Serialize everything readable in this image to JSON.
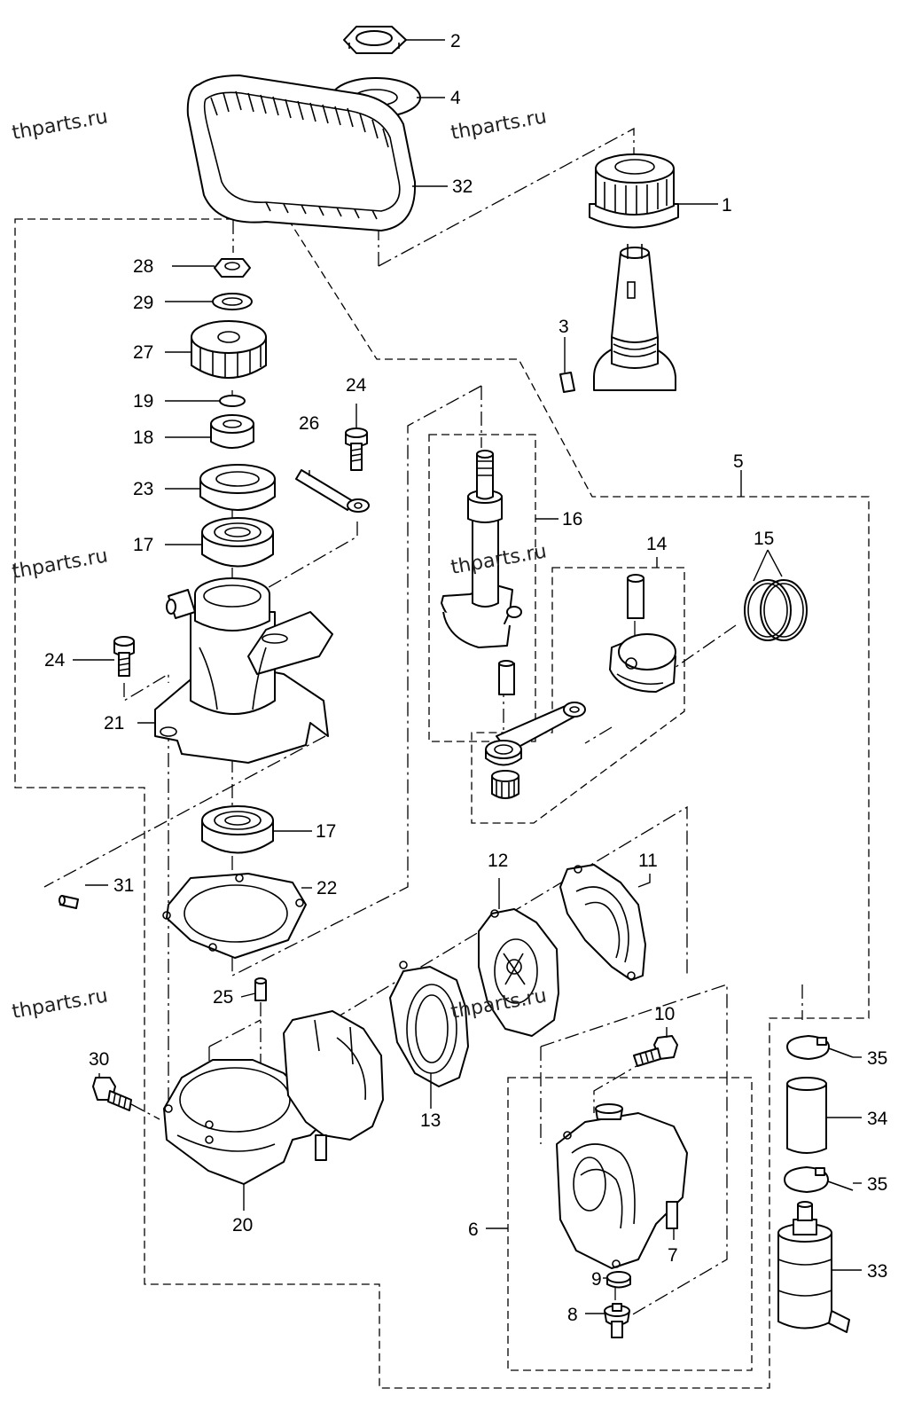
{
  "watermarks": [
    "thparts.ru",
    "thparts.ru",
    "thparts.ru",
    "thparts.ru",
    "thparts.ru",
    "thparts.ru"
  ],
  "callouts": {
    "c1": "1",
    "c2": "2",
    "c3": "3",
    "c4": "4",
    "c5": "5",
    "c6": "6",
    "c7": "7",
    "c8": "8",
    "c9": "9",
    "c10": "10",
    "c11": "11",
    "c12": "12",
    "c13": "13",
    "c14": "14",
    "c15": "15",
    "c16": "16",
    "c17a": "17",
    "c17b": "17",
    "c18": "18",
    "c19": "19",
    "c20": "20",
    "c21": "21",
    "c22": "22",
    "c23": "23",
    "c24a": "24",
    "c24b": "24",
    "c25": "25",
    "c26": "26",
    "c27": "27",
    "c28": "28",
    "c29": "29",
    "c30": "30",
    "c31": "31",
    "c32": "32",
    "c33": "33",
    "c34": "34",
    "c35a": "35",
    "c35b": "35"
  }
}
